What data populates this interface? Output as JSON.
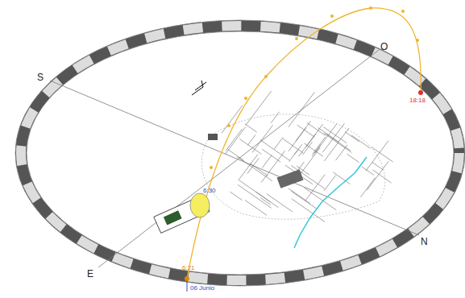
{
  "diagram": {
    "labels": [
      "S",
      "O",
      "E",
      "N",
      "18:18",
      "6:21",
      "6:30",
      "06 Junio"
    ]
  }
}
